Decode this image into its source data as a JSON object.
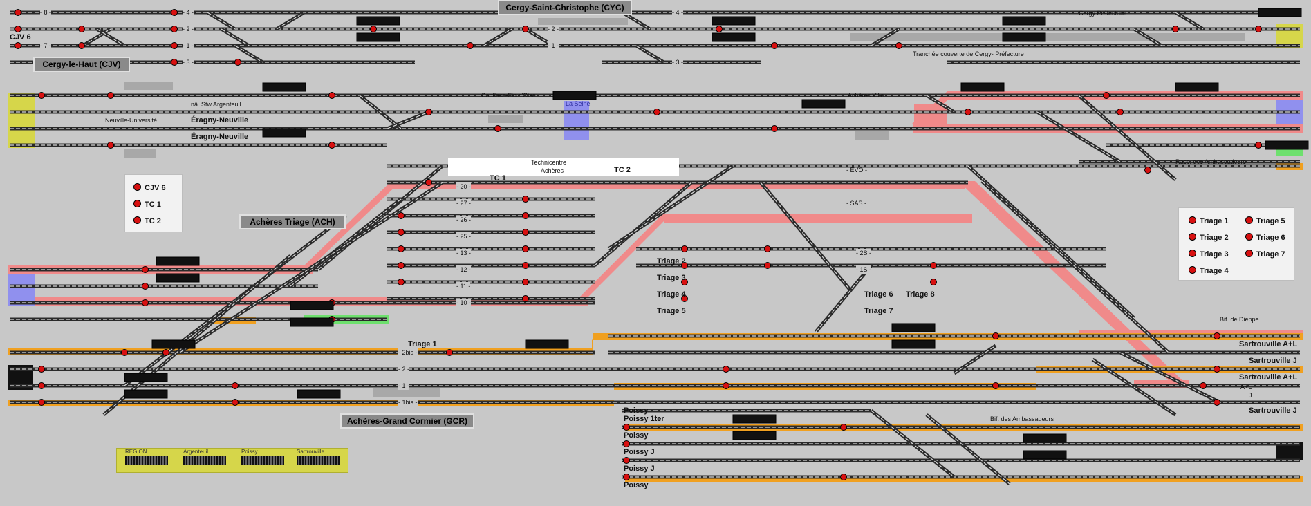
{
  "stations": {
    "cyc": "Cergy-Saint-Christophe (CYC)",
    "cjv": "Cergy-le-Haut (CJV)",
    "ach": "Achères Triage (ACH)",
    "gcr": "Achères-Grand Cormier (GCR)"
  },
  "labels": {
    "cjv6": "CJV 6",
    "cergy_pref": "Cergy Préfecture",
    "tranchee": "Tranchée couverte de Cergy-   Préfecture",
    "neuville": "Neuville-Université",
    "stw": "nä. Stw Argenteuil",
    "eragny1": "Éragny-Neuville",
    "eragny2": "Éragny-Neuville",
    "conflans": "Conflans-Fin d'Oise",
    "seine": "La Seine",
    "acheres_ville": "Achères Ville",
    "technicentre": "Technicentre",
    "acheres": "Achères",
    "tc1": "TC 1",
    "tc2": "TC 2",
    "evo": "- EVO -",
    "sas": "- SAS -",
    "raccord": "Racc. des Ambassadeurs",
    "bif_dieppe": "Bif. de Dieppe",
    "bif_amb": "Bif. des Ambassadeurs",
    "sart1": "Sartrouville A+L",
    "sart2": "Sartrouville J",
    "sart3": "Sartrouville A+L",
    "sart4": "Sartrouville J",
    "al": "A+L",
    "j": "J",
    "poissy1": "Poissy",
    "poissy_1ter": "Poissy 1ter",
    "poissy2": "Poissy",
    "poissy_j1": "Poissy J",
    "poissy_j2": "Poissy J",
    "poissy3": "Poissy",
    "triage1_lbl": "Triage 1",
    "triage2_lbl": "Triage 2",
    "triage3_lbl": "Triage 3",
    "triage4_lbl": "Triage 4",
    "triage5_lbl": "Triage 5",
    "triage6_lbl": "Triage 6",
    "triage7_lbl": "Triage 7",
    "triage8_lbl": "Triage 8"
  },
  "tracks": {
    "t8": "- 8 -",
    "t7": "- 7 -",
    "c4": "- 4 -",
    "c2": "- 2 -",
    "c1": "- 1 -",
    "c3": "- 3 -",
    "r2": "- 2 -",
    "r1": "- 1 -",
    "r4": "- 4 -",
    "r3": "- 3 -",
    "y20": "- 20 -",
    "y27": "- 27 -",
    "y26": "- 26 -",
    "y25": "- 25 -",
    "y13": "- 13 -",
    "y12": "- 12 -",
    "y11": "- 11 -",
    "y10": "- 10 -",
    "y2s": "- 2S -",
    "y1s": "- 1S -",
    "g2bis": "- 2bis -",
    "g2": "- 2 -",
    "g1": "- 1 -",
    "g1bis": "- 1bis -"
  },
  "legend_left": [
    "CJV 6",
    "TC 1",
    "TC 2"
  ],
  "legend_right": [
    "Triage 1",
    "Triage 5",
    "Triage 2",
    "Triage 6",
    "Triage 3",
    "Triage 7",
    "Triage 4"
  ],
  "bottom_box": [
    "REGION",
    "Argenteuil",
    "Poissy",
    "Sartrouville"
  ],
  "colors": {
    "background": "#c8c8c8",
    "route_red": "#f08a8a",
    "route_orange": "#f0a020",
    "route_green": "#6ee06e",
    "route_blue": "#9090ee",
    "region_yellow": "#d6d64a",
    "signal_red": "#d81010"
  }
}
